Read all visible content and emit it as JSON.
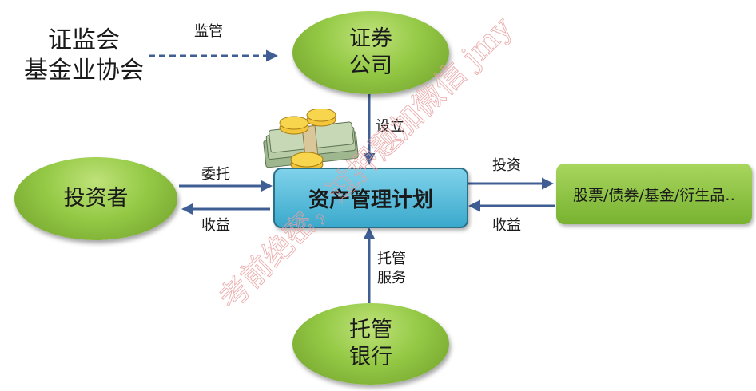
{
  "nodes": {
    "regulator_line1": "证监会",
    "regulator_line2": "基金业协会",
    "securities_company_line1": "证券",
    "securities_company_line2": "公司",
    "investor": "投资者",
    "plan": "资产管理计划",
    "assets": "股票/债券/基金/衍生品‥",
    "custodian_line1": "托管",
    "custodian_line2": "银行"
  },
  "edges": {
    "supervise": "监管",
    "establish": "设立",
    "entrust": "委托",
    "income_left": "收益",
    "invest": "投资",
    "income_right": "收益",
    "custody_line1": "托管",
    "custody_line2": "服务"
  },
  "watermark": "考前绝密，过押题加微信 jmy",
  "colors": {
    "arrow": "#3f5f94",
    "ellipse_green": "#94c945",
    "center_blue": "#3ba9cc",
    "watermark": "#e8a0a0"
  }
}
